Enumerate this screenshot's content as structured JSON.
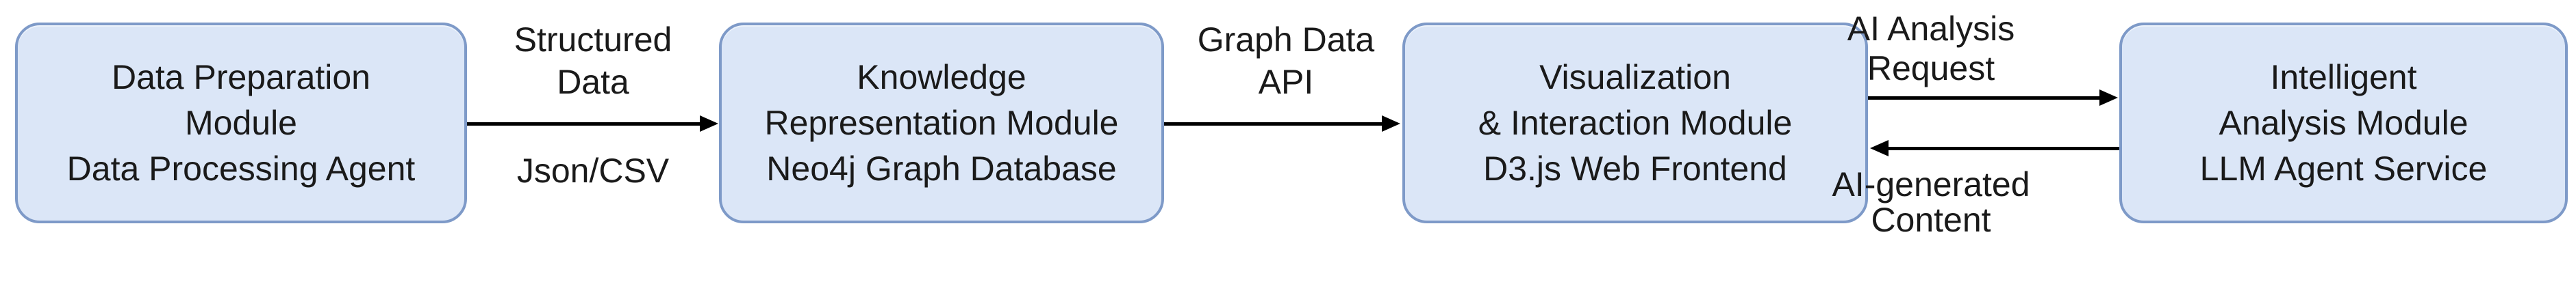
{
  "diagram": {
    "title": "module-pipeline-flow",
    "colors": {
      "box_fill": "#dbe6f7",
      "box_border": "#7e9ac8",
      "arrow": "#000000",
      "text": "#1a1a1a",
      "background": "#ffffff"
    },
    "boxes": [
      {
        "id": "data-preparation-module",
        "lines": [
          "Data Preparation",
          "Module",
          "Data Processing Agent"
        ]
      },
      {
        "id": "knowledge-representation-module",
        "lines": [
          "Knowledge",
          "Representation Module",
          "Neo4j Graph Database"
        ]
      },
      {
        "id": "visualization-interaction-module",
        "lines": [
          "Visualization",
          "& Interaction Module",
          "D3.js Web Frontend"
        ]
      },
      {
        "id": "intelligent-analysis-module",
        "lines": [
          "Intelligent",
          "Analysis Module",
          "LLM Agent Service"
        ]
      }
    ],
    "edges": [
      {
        "id": "structured-data",
        "from": "data-preparation-module",
        "to": "knowledge-representation-module",
        "direction": "right",
        "label_top_lines": [
          "Structured",
          "Data"
        ],
        "label_bottom": "Json/CSV"
      },
      {
        "id": "graph-data-api",
        "from": "knowledge-representation-module",
        "to": "visualization-interaction-module",
        "direction": "right",
        "label_top_lines": [
          "Graph Data",
          "API"
        ]
      },
      {
        "id": "ai-analysis-request",
        "from": "visualization-interaction-module",
        "to": "intelligent-analysis-module",
        "direction": "right",
        "label_lines": [
          "AI Analysis",
          "Request"
        ]
      },
      {
        "id": "ai-generated-content",
        "from": "intelligent-analysis-module",
        "to": "visualization-interaction-module",
        "direction": "left",
        "label_lines": [
          "AI-generated",
          "Content"
        ]
      }
    ]
  }
}
